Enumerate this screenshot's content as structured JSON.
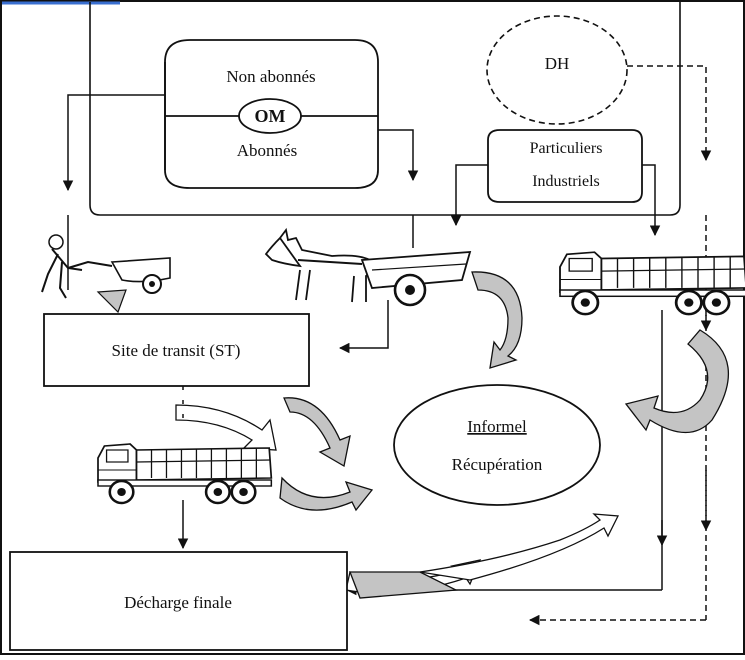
{
  "nodes": {
    "non_abonnes": "Non abonnés",
    "om": "OM",
    "abonnes": "Abonnés",
    "dh": "DH",
    "particuliers": "Particuliers",
    "industriels": "Industriels",
    "site_transit": "Site de transit (ST)",
    "informel": "Informel",
    "recuperation": "Récupération",
    "decharge": "Décharge finale"
  },
  "colors": {
    "stroke": "#111111",
    "arrow_fill": "#c4c4c4",
    "background": "#ffffff"
  },
  "icons": [
    "handcart-icon",
    "donkey-cart-icon",
    "dump-truck-icon",
    "dump-truck-icon",
    "curved-arrow-icon"
  ]
}
